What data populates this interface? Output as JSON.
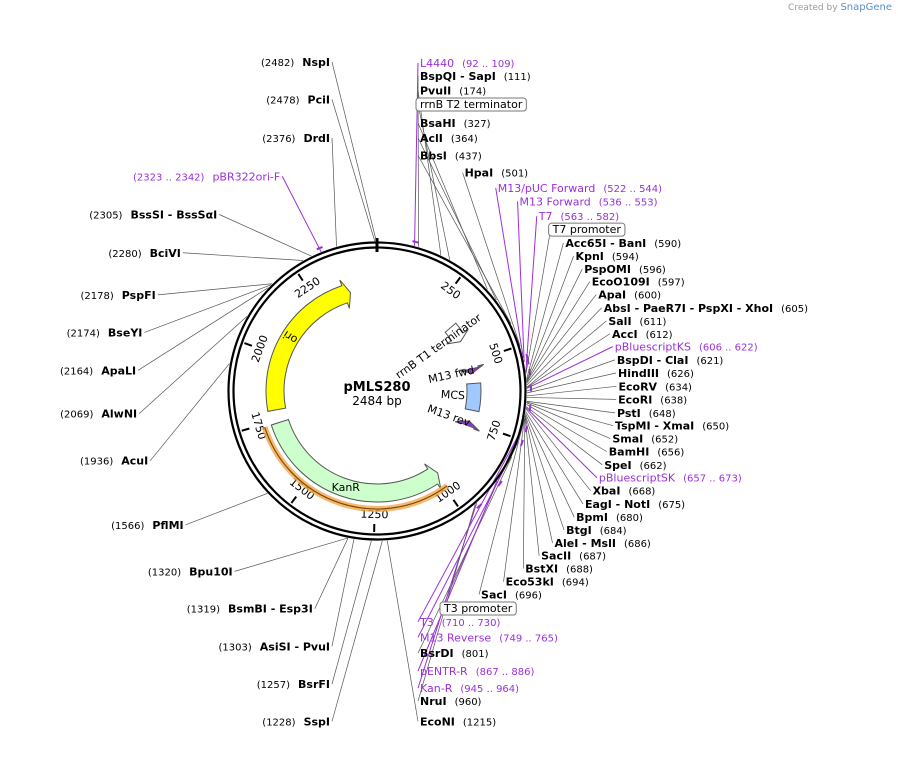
{
  "watermark": {
    "prefix": "Created by",
    "brand": "SnapGene"
  },
  "plasmid": {
    "name": "pMLS280",
    "length_label": "2484 bp",
    "length": 2484
  },
  "colors": {
    "primer": "#9b30d9",
    "ori": "#ffff00",
    "kanr": "#ccffcc",
    "mcs": "#9fc9ff",
    "backbone": "#000000"
  },
  "ticks": [
    {
      "label": "250",
      "bp": 250
    },
    {
      "label": "500",
      "bp": 500
    },
    {
      "label": "750",
      "bp": 750
    },
    {
      "label": "1000",
      "bp": 1000
    },
    {
      "label": "1250",
      "bp": 1250
    },
    {
      "label": "1500",
      "bp": 1500
    },
    {
      "label": "1750",
      "bp": 1750
    },
    {
      "label": "2000",
      "bp": 2000
    },
    {
      "label": "2250",
      "bp": 2250
    }
  ],
  "features": [
    {
      "name": "ori",
      "start": 1790,
      "end": 2380,
      "color": "#ffff00",
      "direction": "cw"
    },
    {
      "name": "KanR",
      "start": 990,
      "end": 1740,
      "color": "#ccffcc",
      "direction": "ccw"
    },
    {
      "name": "rrnB T1 terminator",
      "start": 340,
      "end": 410,
      "color": "#ffffff",
      "direction": "cw"
    },
    {
      "name": "M13 fwd",
      "start": 530,
      "end": 548,
      "color": "#9b30d9",
      "direction": "cw"
    },
    {
      "name": "MCS",
      "start": 590,
      "end": 700,
      "color": "#9fc9ff",
      "direction": "none"
    },
    {
      "name": "M13 rev",
      "start": 745,
      "end": 765,
      "color": "#9b30d9",
      "direction": "ccw"
    }
  ],
  "labels": [
    {
      "name": "NspI",
      "pos": "(2482)",
      "site": 2482,
      "side": "L",
      "kind": "enzyme"
    },
    {
      "name": "PciI",
      "pos": "(2478)",
      "site": 2478,
      "side": "L",
      "kind": "enzyme"
    },
    {
      "name": "DrdI",
      "pos": "(2376)",
      "site": 2376,
      "side": "L",
      "kind": "enzyme"
    },
    {
      "name": "pBR322ori-F",
      "pos": "(2323 .. 2342)",
      "site": 2333,
      "side": "L",
      "kind": "primer"
    },
    {
      "name": "BssSI - BssSαI",
      "pos": "(2305)",
      "site": 2305,
      "side": "L",
      "kind": "enzyme"
    },
    {
      "name": "BciVI",
      "pos": "(2280)",
      "site": 2280,
      "side": "L",
      "kind": "enzyme"
    },
    {
      "name": "PspFI",
      "pos": "(2178)",
      "site": 2178,
      "side": "L",
      "kind": "enzyme"
    },
    {
      "name": "BseYI",
      "pos": "(2174)",
      "site": 2174,
      "side": "L",
      "kind": "enzyme"
    },
    {
      "name": "ApaLI",
      "pos": "(2164)",
      "site": 2164,
      "side": "L",
      "kind": "enzyme"
    },
    {
      "name": "AlwNI",
      "pos": "(2069)",
      "site": 2069,
      "side": "L",
      "kind": "enzyme"
    },
    {
      "name": "AcuI",
      "pos": "(1936)",
      "site": 1936,
      "side": "L",
      "kind": "enzyme"
    },
    {
      "name": "PflMI",
      "pos": "(1566)",
      "site": 1566,
      "side": "L",
      "kind": "enzyme"
    },
    {
      "name": "Bpu10I",
      "pos": "(1320)",
      "site": 1320,
      "side": "L",
      "kind": "enzyme"
    },
    {
      "name": "BsmBI - Esp3I",
      "pos": "(1319)",
      "site": 1319,
      "side": "L",
      "kind": "enzyme"
    },
    {
      "name": "AsiSI - PvuI",
      "pos": "(1303)",
      "site": 1303,
      "side": "L",
      "kind": "enzyme"
    },
    {
      "name": "BsrFI",
      "pos": "(1257)",
      "site": 1257,
      "side": "L",
      "kind": "enzyme"
    },
    {
      "name": "SspI",
      "pos": "(1228)",
      "site": 1228,
      "side": "L",
      "kind": "enzyme"
    },
    {
      "name": "L4440",
      "pos": "(92 .. 109)",
      "site": 100,
      "side": "R",
      "kind": "primer"
    },
    {
      "name": "BspQI - SapI",
      "pos": "(111)",
      "site": 111,
      "side": "R",
      "kind": "enzyme"
    },
    {
      "name": "PvuII",
      "pos": "(174)",
      "site": 174,
      "side": "R",
      "kind": "enzyme"
    },
    {
      "name": "rrnB T2 terminator",
      "pos": "",
      "site": 200,
      "side": "R",
      "kind": "boxed"
    },
    {
      "name": "BsaHI",
      "pos": "(327)",
      "site": 327,
      "side": "R",
      "kind": "enzyme"
    },
    {
      "name": "AclI",
      "pos": "(364)",
      "site": 364,
      "side": "R",
      "kind": "enzyme"
    },
    {
      "name": "BbsI",
      "pos": "(437)",
      "site": 437,
      "side": "R",
      "kind": "enzyme"
    },
    {
      "name": "HpaI",
      "pos": "(501)",
      "site": 501,
      "side": "R",
      "kind": "enzyme"
    },
    {
      "name": "M13/pUC Forward",
      "pos": "(522 .. 544)",
      "site": 533,
      "side": "R",
      "kind": "primer"
    },
    {
      "name": "M13 Forward",
      "pos": "(536 .. 553)",
      "site": 544,
      "side": "R",
      "kind": "primer"
    },
    {
      "name": "T7",
      "pos": "(563 .. 582)",
      "site": 572,
      "side": "R",
      "kind": "primer"
    },
    {
      "name": "T7 promoter",
      "pos": "",
      "site": 575,
      "side": "R",
      "kind": "boxed"
    },
    {
      "name": "Acc65I - BanI",
      "pos": "(590)",
      "site": 590,
      "side": "R",
      "kind": "enzyme"
    },
    {
      "name": "KpnI",
      "pos": "(594)",
      "site": 594,
      "side": "R",
      "kind": "enzyme"
    },
    {
      "name": "PspOMI",
      "pos": "(596)",
      "site": 596,
      "side": "R",
      "kind": "enzyme"
    },
    {
      "name": "EcoO109I",
      "pos": "(597)",
      "site": 597,
      "side": "R",
      "kind": "enzyme"
    },
    {
      "name": "ApaI",
      "pos": "(600)",
      "site": 600,
      "side": "R",
      "kind": "enzyme"
    },
    {
      "name": "AbsI - PaeR7I - PspXI - XhoI",
      "pos": "(605)",
      "site": 605,
      "side": "R",
      "kind": "enzyme"
    },
    {
      "name": "pBluescriptKS",
      "pos": "(606 .. 622)",
      "site": 614,
      "side": "R",
      "kind": "primer"
    },
    {
      "name": "SalI",
      "pos": "(611)",
      "site": 611,
      "side": "R",
      "kind": "enzyme"
    },
    {
      "name": "AccI",
      "pos": "(612)",
      "site": 612,
      "side": "R",
      "kind": "enzyme"
    },
    {
      "name": "BspDI - ClaI",
      "pos": "(621)",
      "site": 621,
      "side": "R",
      "kind": "enzyme"
    },
    {
      "name": "HindIII",
      "pos": "(626)",
      "site": 626,
      "side": "R",
      "kind": "enzyme"
    },
    {
      "name": "EcoRV",
      "pos": "(634)",
      "site": 634,
      "side": "R",
      "kind": "enzyme"
    },
    {
      "name": "EcoRI",
      "pos": "(638)",
      "site": 638,
      "side": "R",
      "kind": "enzyme"
    },
    {
      "name": "PstI",
      "pos": "(648)",
      "site": 648,
      "side": "R",
      "kind": "enzyme"
    },
    {
      "name": "TspMI - XmaI",
      "pos": "(650)",
      "site": 650,
      "side": "R",
      "kind": "enzyme"
    },
    {
      "name": "SmaI",
      "pos": "(652)",
      "site": 652,
      "side": "R",
      "kind": "enzyme"
    },
    {
      "name": "BamHI",
      "pos": "(656)",
      "site": 656,
      "side": "R",
      "kind": "enzyme"
    },
    {
      "name": "SpeI",
      "pos": "(662)",
      "site": 662,
      "side": "R",
      "kind": "enzyme"
    },
    {
      "name": "XbaI",
      "pos": "(668)",
      "site": 668,
      "side": "R",
      "kind": "enzyme"
    },
    {
      "name": "pBluescriptSK",
      "pos": "(657 .. 673)",
      "site": 665,
      "side": "R",
      "kind": "primer"
    },
    {
      "name": "EagI - NotI",
      "pos": "(675)",
      "site": 675,
      "side": "R",
      "kind": "enzyme"
    },
    {
      "name": "BpmI",
      "pos": "(680)",
      "site": 680,
      "side": "R",
      "kind": "enzyme"
    },
    {
      "name": "BtgI",
      "pos": "(684)",
      "site": 684,
      "side": "R",
      "kind": "enzyme"
    },
    {
      "name": "AleI - MslI",
      "pos": "(686)",
      "site": 686,
      "side": "R",
      "kind": "enzyme"
    },
    {
      "name": "SacII",
      "pos": "(687)",
      "site": 687,
      "side": "R",
      "kind": "enzyme"
    },
    {
      "name": "BstXI",
      "pos": "(688)",
      "site": 688,
      "side": "R",
      "kind": "enzyme"
    },
    {
      "name": "Eco53kI",
      "pos": "(694)",
      "site": 694,
      "side": "R",
      "kind": "enzyme"
    },
    {
      "name": "SacI",
      "pos": "(696)",
      "site": 696,
      "side": "R",
      "kind": "enzyme"
    },
    {
      "name": "T3 promoter",
      "pos": "",
      "site": 705,
      "side": "R",
      "kind": "boxed"
    },
    {
      "name": "T3",
      "pos": "(710 .. 730)",
      "site": 720,
      "side": "R",
      "kind": "primer"
    },
    {
      "name": "M13 Reverse",
      "pos": "(749 .. 765)",
      "site": 757,
      "side": "R",
      "kind": "primer"
    },
    {
      "name": "BsrDI",
      "pos": "(801)",
      "site": 801,
      "side": "R",
      "kind": "enzyme"
    },
    {
      "name": "pENTR-R",
      "pos": "(867 .. 886)",
      "site": 876,
      "side": "R",
      "kind": "primer"
    },
    {
      "name": "NruI",
      "pos": "(960)",
      "site": 960,
      "side": "R",
      "kind": "enzyme"
    },
    {
      "name": "Kan-R",
      "pos": "(945 .. 964)",
      "site": 955,
      "side": "R",
      "kind": "primer"
    },
    {
      "name": "EcoNI",
      "pos": "(1215)",
      "site": 1215,
      "side": "R",
      "kind": "enzyme"
    }
  ]
}
